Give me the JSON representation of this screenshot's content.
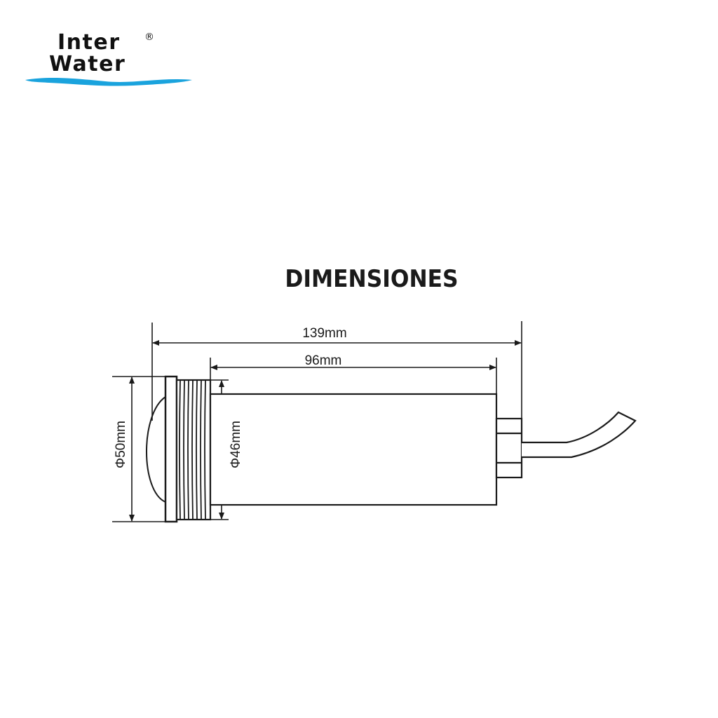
{
  "brand": {
    "line1": "Inter",
    "line2": "Water",
    "registered_mark": "®",
    "wave_color": "#1aa3dd"
  },
  "title": "DIMENSIONES",
  "dimensions": {
    "overall_length": "139mm",
    "body_length": "96mm",
    "flange_diameter": "Φ50mm",
    "body_diameter": "Φ46mm"
  },
  "colors": {
    "ink": "#1a1a1a",
    "background": "#ffffff"
  }
}
